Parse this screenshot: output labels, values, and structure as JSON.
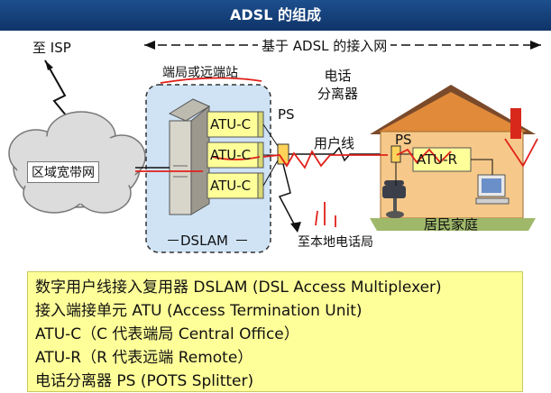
{
  "title": "ADSL 的组成",
  "labels": {
    "isp": "至 ISP",
    "access_network": "基于 ADSL 的接入网",
    "central_office": "端局或远端站",
    "regional_net": "区域宽带网",
    "atu_c_1": "ATU-C",
    "atu_c_2": "ATU-C",
    "atu_c_3": "ATU-C",
    "ps_left": "PS",
    "ps_right": "PS",
    "splitter": "电话\n分离器",
    "user_line": "用户线",
    "atu_r": "ATU-R",
    "dslam": "DSLAM",
    "local_phone": "至本地电话局",
    "home": "居民家庭"
  },
  "legend": [
    "数字用户线接入复用器 DSLAM (DSL Access Multiplexer)",
    "接入端接单元 ATU (Access Termination Unit)",
    "ATU-C（C 代表端局 Central Office）",
    "ATU-R（R 代表远端 Remote）",
    "电话分离器 PS (POTS Splitter)"
  ],
  "colors": {
    "title_bar": "#1d4f8e",
    "dslam_box": "#cfe3f5",
    "atu_box": "#ffff99",
    "legend_bg": "#ffff99",
    "house_wall": "#f6c98a",
    "roof": "#7a4a2a",
    "annotation_red": "#e0201a"
  }
}
